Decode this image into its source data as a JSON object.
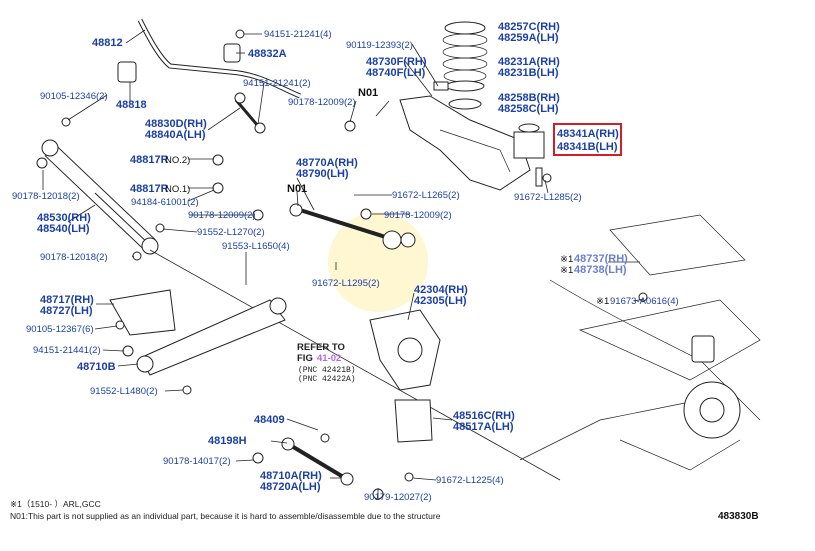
{
  "diagram_id": "483830B",
  "labels": {
    "l48812": "48812",
    "l48832A": "48832A",
    "l94151_21241": "94151-21241(4)",
    "l90119": "90119-12393(2)",
    "l48257C": "48257C(RH)",
    "l48259A": "48259A(LH)",
    "l90105_12346": "90105-12346(2)",
    "l48818": "48818",
    "l94151_21241b": "94151-21241(2)",
    "l48730F": "48730F(RH)",
    "l48740F": "48740F(LH)",
    "l48231A": "48231A(RH)",
    "l48231B": "48231B(LH)",
    "lN01a": "N01",
    "l90178_12009a": "90178-12009(2)",
    "l48258B": "48258B(RH)",
    "l48258C": "48258C(LH)",
    "l48830D": "48830D(RH)",
    "l48840A": "48840A(LH)",
    "l48341A": "48341A(RH)",
    "l48341B": "48341B(LH)",
    "l48817R2": "48817R",
    "lNO2": "NO.2)",
    "l48770A": "48770A(RH)",
    "l48790": "48790(LH)",
    "l90178_12018a": "90178-12018(2)",
    "lN01b": "N01",
    "l48817R1": "48817R",
    "lNO1": "NO.1)",
    "l91672_L1265": "91672-L1265(2)",
    "l91672_L1285": "91672-L1285(2)",
    "l94184": "94184-61001(2)",
    "l90178_12009b": "90178-12009(2)",
    "l90178_12009c": "90178-12009(2)",
    "l48530": "48530(RH)",
    "l48540": "48540(LH)",
    "l91552_L1270": "91552-L1270(2)",
    "l90178_12018b": "90178-12018(2)",
    "l91553_L1650": "91553-L1650(4)",
    "l48737": "48737(RH)",
    "l48738": "48738(LH)",
    "l91672_L1295": "91672-L1295(2)",
    "l42304": "42304(RH)",
    "l42305": "42305(LH)",
    "l91673_A0616": "91673-A0616(4)",
    "l48717": "48717(RH)",
    "l48727": "48727(LH)",
    "l90105_12367": "90105-12367(6)",
    "l94151_21441": "94151-21441(2)",
    "l48710B": "48710B",
    "l91552_L1480": "91552-L1480(2)",
    "l48409": "48409",
    "l48198H": "48198H",
    "l48516C": "48516C(RH)",
    "l48517A": "48517A(LH)",
    "l90178_14017": "90178-14017(2)",
    "l48710A": "48710A(RH)",
    "l48720A": "48720A(LH)",
    "l91672_L1225": "91672-L1225(4)",
    "l90179_12027": "90179-12027(2)",
    "mark1a": "※1",
    "mark1b": "※1",
    "mark1c": "※1"
  },
  "refer": {
    "line1": "REFER TO",
    "line2_prefix": "FIG",
    "fig": "41-02",
    "pnc1": "(PNC 42421B)",
    "pnc2": "(PNC 42422A)"
  },
  "footnotes": {
    "note1": "※1（1510-    ）ARL,GCC",
    "note2": "N01:This part is not supplied as an individual part, because it is hard to assemble/disassemble due to the structure"
  },
  "highlight": {
    "color": "#d11f2a",
    "parts": [
      "48341A(RH)",
      "48341B(LH)"
    ]
  },
  "label_color": "#1b3fa8"
}
